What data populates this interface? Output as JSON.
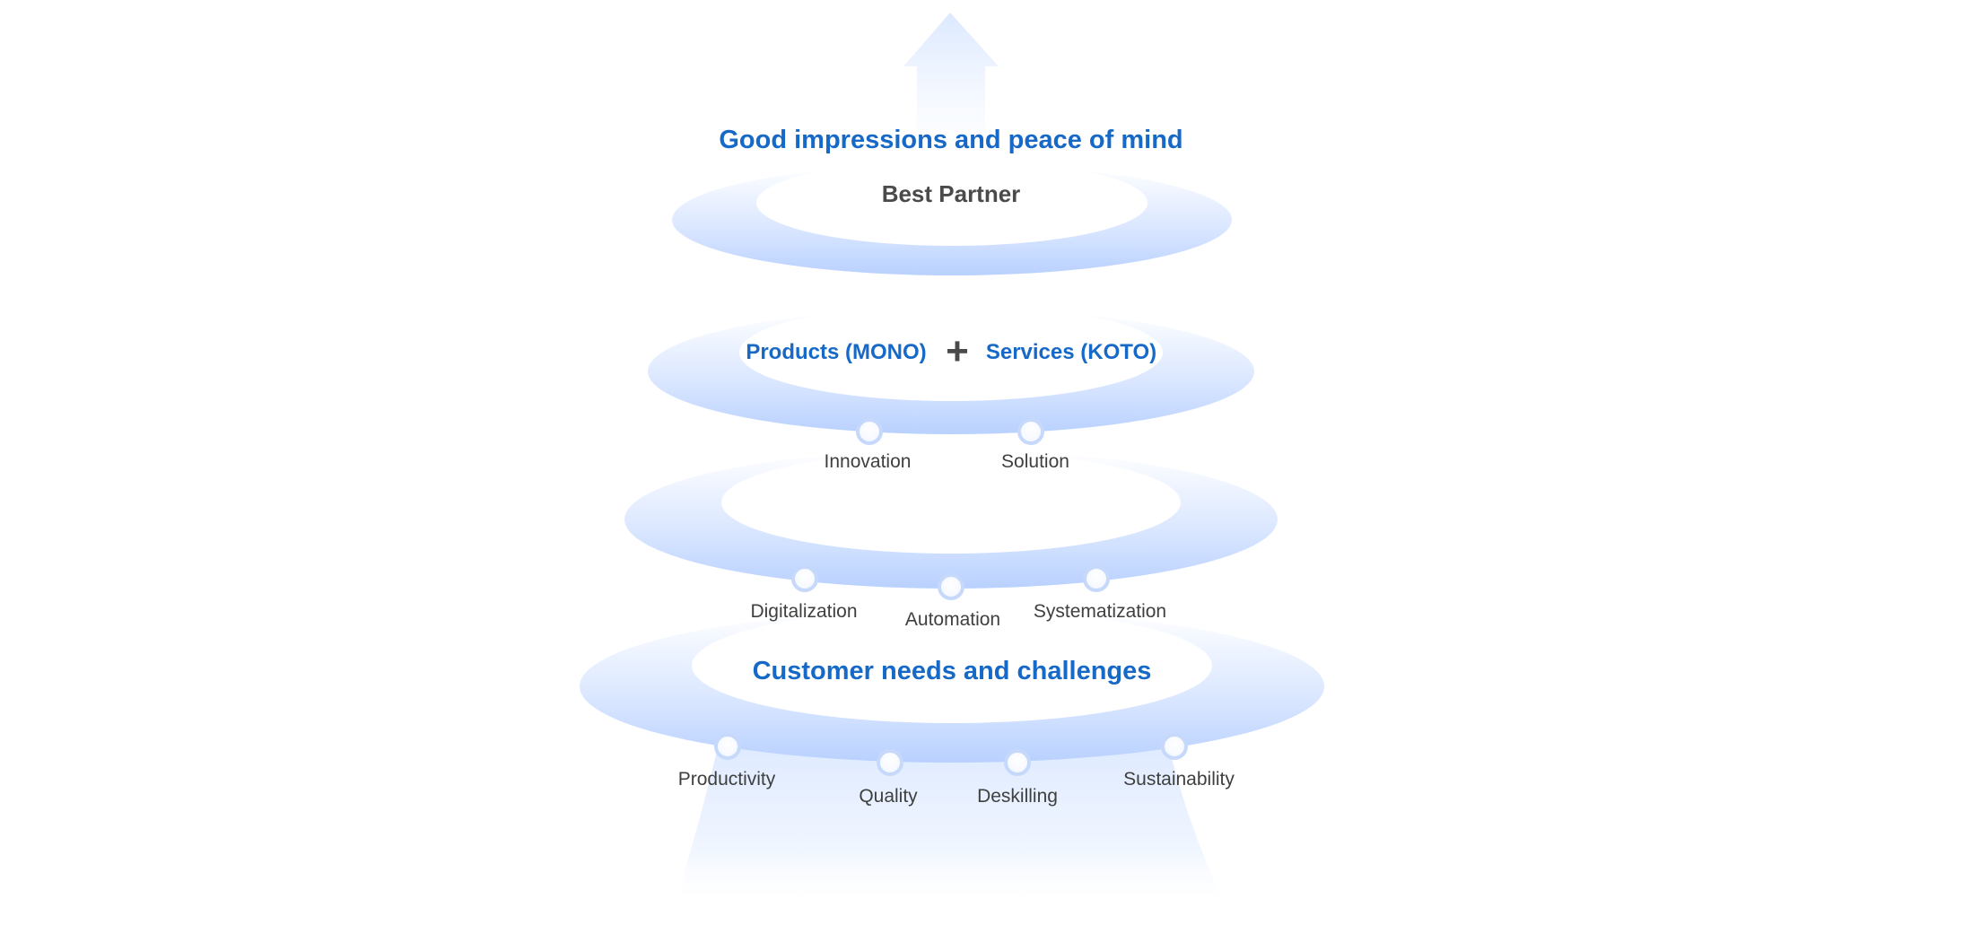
{
  "top": {
    "title": "Good impressions and peace of mind",
    "subtitle": "Best Partner"
  },
  "tier2": {
    "left": "Products (MONO)",
    "plus": "+",
    "right": "Services (KOTO)",
    "items": [
      "Innovation",
      "Solution"
    ]
  },
  "tier3": {
    "items": [
      "Digitalization",
      "Automation",
      "Systematization"
    ]
  },
  "base": {
    "title": "Customer needs and challenges",
    "items": [
      "Productivity",
      "Quality",
      "Deskilling",
      "Sustainability"
    ]
  },
  "colors": {
    "accent": "#1769c7",
    "ring": "#c2d7ff",
    "text": "#3f3f3f"
  }
}
